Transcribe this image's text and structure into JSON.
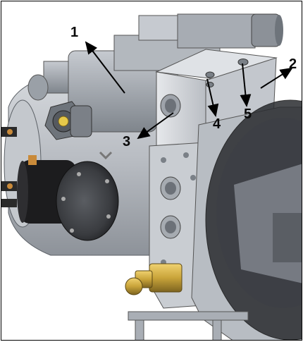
{
  "callouts": [
    {
      "id": "1",
      "label": "1"
    },
    {
      "id": "2",
      "label": "2"
    },
    {
      "id": "3",
      "label": "3"
    },
    {
      "id": "4",
      "label": "4"
    },
    {
      "id": "5",
      "label": "5"
    }
  ],
  "colors": {
    "metal_light": "#cfd3d8",
    "metal_mid": "#a9aeb5",
    "metal_dark": "#6e747b",
    "brass": "#c9a43a",
    "black_part": "#1c1c1e",
    "smoke_disc": "#3a3c40",
    "arrow": "#000000"
  }
}
